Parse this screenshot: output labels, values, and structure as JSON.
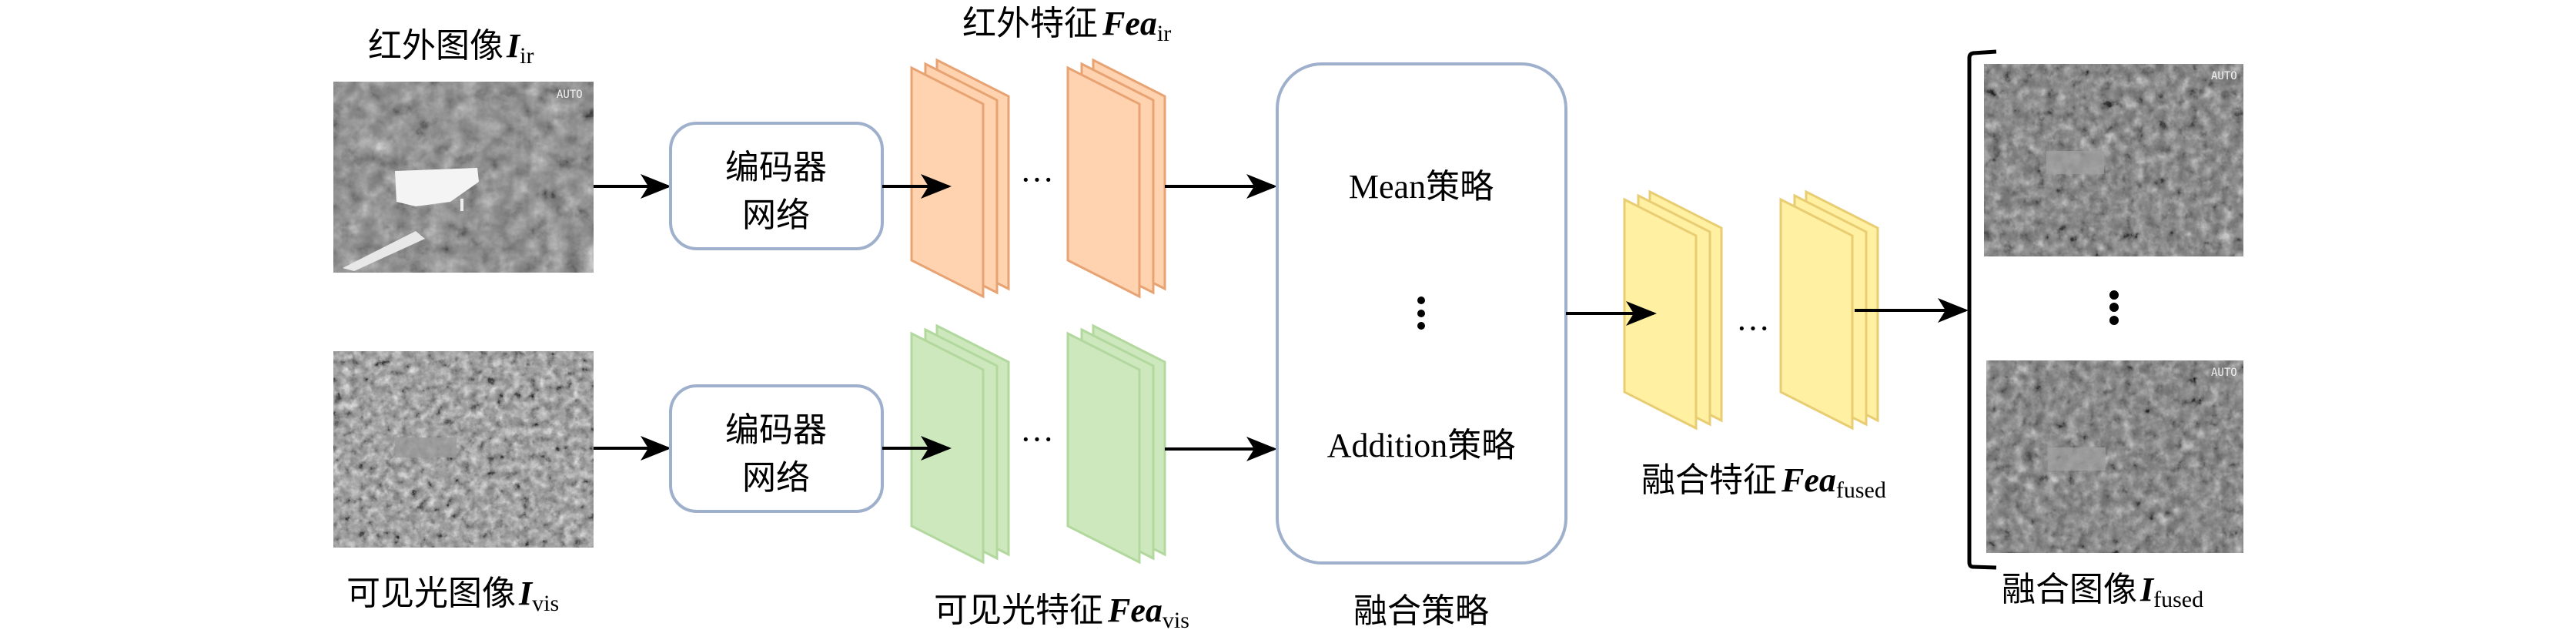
{
  "diagram": {
    "title": "Infrared and visible image fusion framework",
    "colors": {
      "box_stroke": "#9fb0cc",
      "arrow": "#000000",
      "ir_feature_fill": "#ffd3b0",
      "ir_feature_stroke": "#e8a373",
      "vis_feature_fill": "#cde8bd",
      "vis_feature_stroke": "#b2d89e",
      "fused_feature_fill": "#fff0a2",
      "fused_feature_stroke": "#e8cd73"
    },
    "inputs": {
      "ir": {
        "label": "红外图像",
        "symbol": "I",
        "subscript": "ir",
        "overlay_text": "AUTO"
      },
      "vis": {
        "label": "可见光图像",
        "symbol": "I",
        "subscript": "vis"
      }
    },
    "encoders": {
      "ir": {
        "line1": "编码器",
        "line2": "网络"
      },
      "vis": {
        "line1": "编码器",
        "line2": "网络"
      }
    },
    "features": {
      "ir": {
        "label": "红外特征",
        "symbol": "Fea",
        "subscript": "ir",
        "ellipsis": "···"
      },
      "vis": {
        "label": "可见光特征",
        "symbol": "Fea",
        "subscript": "vis",
        "ellipsis": "···"
      },
      "fused": {
        "label": "融合特征",
        "symbol": "Fea",
        "subscript": "fused",
        "ellipsis": "···"
      }
    },
    "fusion": {
      "label": "融合策略",
      "strategies": [
        "Mean策略",
        "Addition策略"
      ],
      "ellipsis": "⋮"
    },
    "outputs": {
      "label": "融合图像",
      "symbol": "I",
      "subscript": "fused",
      "overlay_text": "AUTO",
      "ellipsis": "⋮"
    }
  }
}
